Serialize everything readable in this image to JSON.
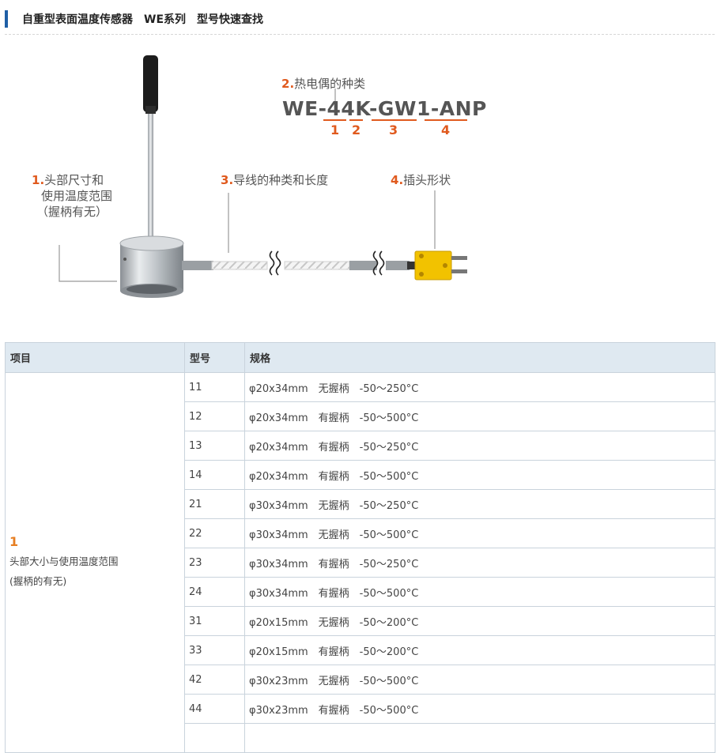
{
  "header": {
    "title": "自重型表面温度传感器　WE系列　型号快速查找"
  },
  "diagram": {
    "part_number": "WE-44K-GW1-ANP",
    "segment_numbers": [
      "1",
      "2",
      "3",
      "4"
    ],
    "callouts": [
      {
        "num": "1",
        "lines": [
          "头部尺寸和",
          "使用温度范围",
          "（握柄有无）"
        ]
      },
      {
        "num": "2",
        "lines": [
          "热电偶的种类"
        ]
      },
      {
        "num": "3",
        "lines": [
          "导线的种类和长度"
        ]
      },
      {
        "num": "4",
        "lines": [
          "插头形状"
        ]
      }
    ],
    "colors": {
      "accent": "#e05a1e",
      "plug": "#f2c200",
      "code_text": "#555555"
    }
  },
  "table": {
    "headers": [
      "项目",
      "型号",
      "规格"
    ],
    "item": {
      "num": "1",
      "lines": [
        "头部大小与使用温度范围",
        "(握柄的有无)"
      ]
    },
    "rows": [
      {
        "model": "11",
        "spec": "φ20x34mm　无握柄　-50～250°C"
      },
      {
        "model": "12",
        "spec": "φ20x34mm　有握柄　-50～500°C"
      },
      {
        "model": "13",
        "spec": "φ20x34mm　有握柄　-50～250°C"
      },
      {
        "model": "14",
        "spec": "φ20x34mm　有握柄　-50～500°C"
      },
      {
        "model": "21",
        "spec": "φ30x34mm　无握柄　-50～250°C"
      },
      {
        "model": "22",
        "spec": "φ30x34mm　无握柄　-50～500°C"
      },
      {
        "model": "23",
        "spec": "φ30x34mm　有握柄　-50～250°C"
      },
      {
        "model": "24",
        "spec": "φ30x34mm　有握柄　-50～500°C"
      },
      {
        "model": "31",
        "spec": "φ20x15mm　无握柄　-50～200°C"
      },
      {
        "model": "33",
        "spec": "φ20x15mm　有握柄　-50～200°C"
      },
      {
        "model": "42",
        "spec": "φ30x23mm　无握柄　-50～500°C"
      },
      {
        "model": "44",
        "spec": "φ30x23mm　有握柄　-50～500°C"
      }
    ]
  }
}
